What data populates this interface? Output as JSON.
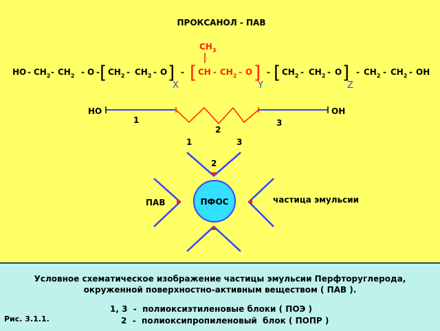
{
  "title": "ПРОКСАНОЛ - ПАВ",
  "formula": {
    "ho": "HO",
    "dash": "-",
    "ch": "CH",
    "sub2": "2",
    "o": "O",
    "oh": "OH",
    "ch3": "CH",
    "sub3": "3",
    "idx_x": "X",
    "idx_y": "Y",
    "idx_z": "Z"
  },
  "chain": {
    "left_end": "HO",
    "right_end": "OH",
    "block1": "1",
    "block2": "2",
    "block3": "3"
  },
  "emulsion": {
    "label_1": "1",
    "label_3": "3",
    "label_2": "2",
    "core": "ПФОС",
    "left_label": "ПАВ",
    "right_label": "частица  эмульсии"
  },
  "caption": {
    "line1": "Условное схематическое изображение частицы эмульсии Перфторуглерода,",
    "line2": "окруженной поверхностно-активным веществом  ( ПАВ ).",
    "legend1": "1, 3  -  полиоксиэтиленовые блоки ( ПОЭ )",
    "legend2": "2  -  полиоксипропиленовый  блок ( ПОПР )",
    "fig_label": "Рис. 3.1.1."
  },
  "colors": {
    "background": "#ffff66",
    "caption_bg": "#bff2ec",
    "blue_block": "#3344ff",
    "red_block": "#ff2200",
    "core_fill": "#33e0ff"
  }
}
